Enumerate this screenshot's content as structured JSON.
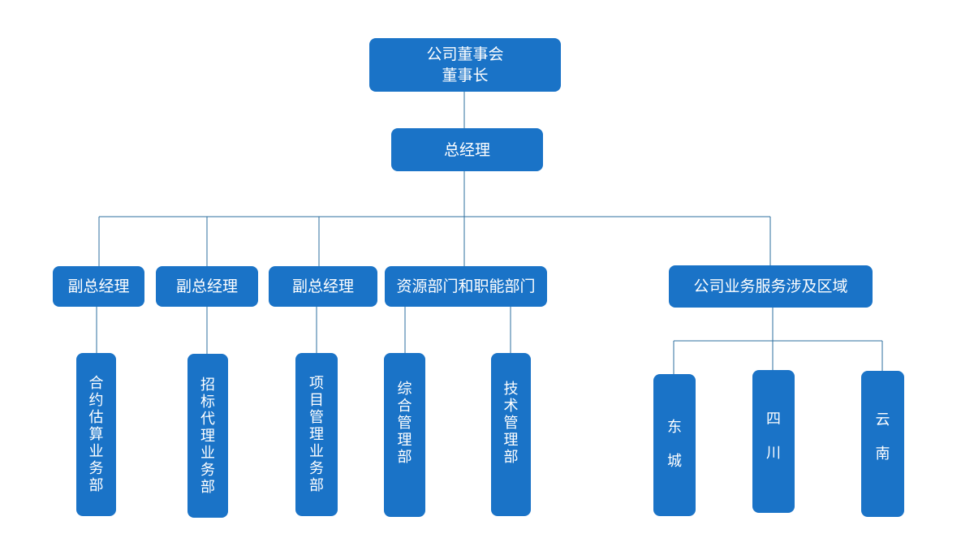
{
  "chairman": {
    "line1": "公司董事会",
    "line2": "董事长"
  },
  "general_manager": "总经理",
  "level2": {
    "vp1": "副总经理",
    "vp2": "副总经理",
    "vp3": "副总经理",
    "resources": "资源部门和职能部门",
    "regions": "公司业务服务涉及区域"
  },
  "departments": {
    "contract": "合约估算业务部",
    "bidding": "招标代理业务部",
    "project": "项目管理业务部",
    "general_mgmt": "综合管理部",
    "tech_mgmt": "技术管理部"
  },
  "regions": {
    "dongcheng": "东城",
    "sichuan": "四川",
    "yunnan": "云南"
  },
  "colors": {
    "box_fill": "#1a73c7",
    "connector": "#2d6f9f"
  }
}
